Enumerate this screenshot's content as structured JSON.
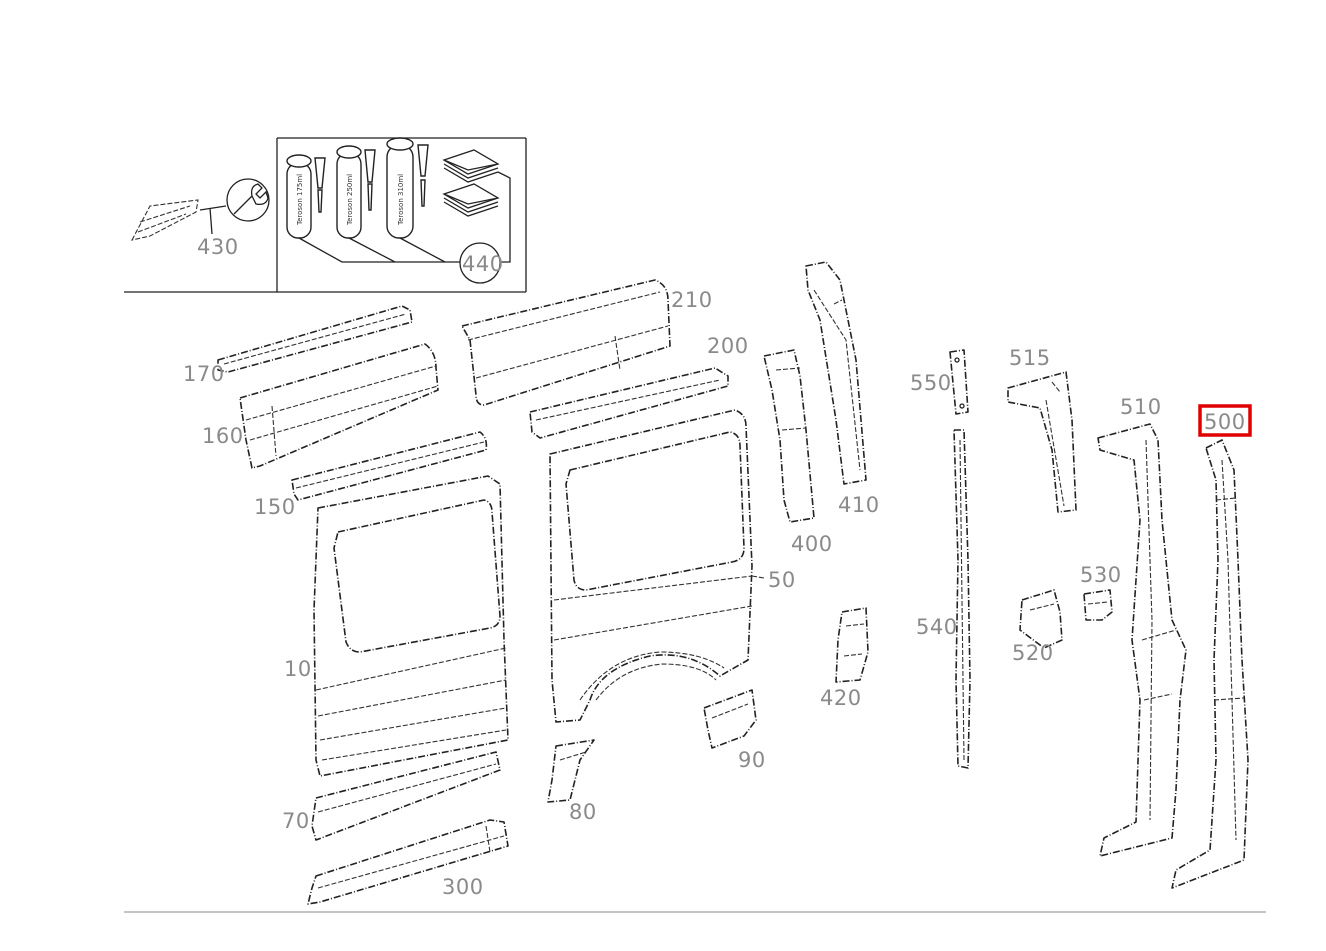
{
  "callouts": {
    "c430": "430",
    "c440": "440",
    "c210": "210",
    "c200": "200",
    "c170": "170",
    "c160": "160",
    "c150": "150",
    "c10": "10",
    "c70": "70",
    "c300": "300",
    "c80": "80",
    "c90": "90",
    "c50": "50",
    "c400": "400",
    "c410": "410",
    "c420": "420",
    "c550": "550",
    "c540": "540",
    "c515": "515",
    "c510": "510",
    "c520": "520",
    "c530": "530",
    "c500": "500"
  },
  "tube_labels": {
    "t1": "Teroson 175ml",
    "t2": "Teroson 250ml",
    "t3": "Teroson 310ml"
  },
  "selected_callout": "500",
  "highlight_color": "#e00000"
}
